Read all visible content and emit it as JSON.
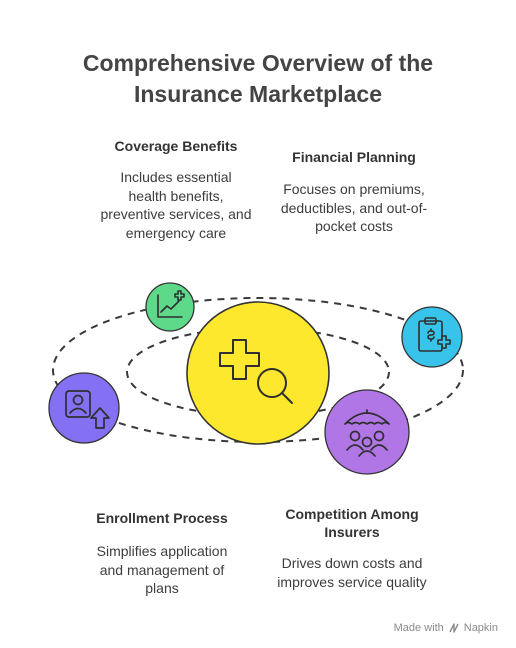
{
  "title": {
    "line1": "Comprehensive Overview of the",
    "line2": "Insurance Marketplace"
  },
  "blocks": {
    "coverage": {
      "title": "Coverage Benefits",
      "lines": [
        "Includes essential",
        "health benefits,",
        "preventive services, and",
        "emergency care"
      ]
    },
    "financial": {
      "title": "Financial Planning",
      "lines": [
        "Focuses on premiums,",
        "deductibles, and out-of-",
        "pocket costs"
      ]
    },
    "enrollment": {
      "title": "Enrollment Process",
      "lines": [
        "Simplifies application",
        "and management of",
        "plans"
      ]
    },
    "competition": {
      "title_lines": [
        "Competition Among",
        "Insurers"
      ],
      "lines": [
        "Drives down costs and",
        "improves service quality"
      ]
    }
  },
  "icons": {
    "center": "medical-search-icon",
    "coverage": "health-chart-icon",
    "financial": "medical-bill-clipboard-icon",
    "enrollment": "user-profile-upload-icon",
    "competition": "group-umbrella-icon"
  },
  "colors": {
    "center": "#fde82e",
    "coverage": "#5ed98a",
    "financial": "#38c4ea",
    "enrollment": "#8370f2",
    "competition": "#b176e6",
    "dashes": "#3a3a3a"
  },
  "footer": {
    "made_with": "Made with",
    "brand": "Napkin"
  }
}
